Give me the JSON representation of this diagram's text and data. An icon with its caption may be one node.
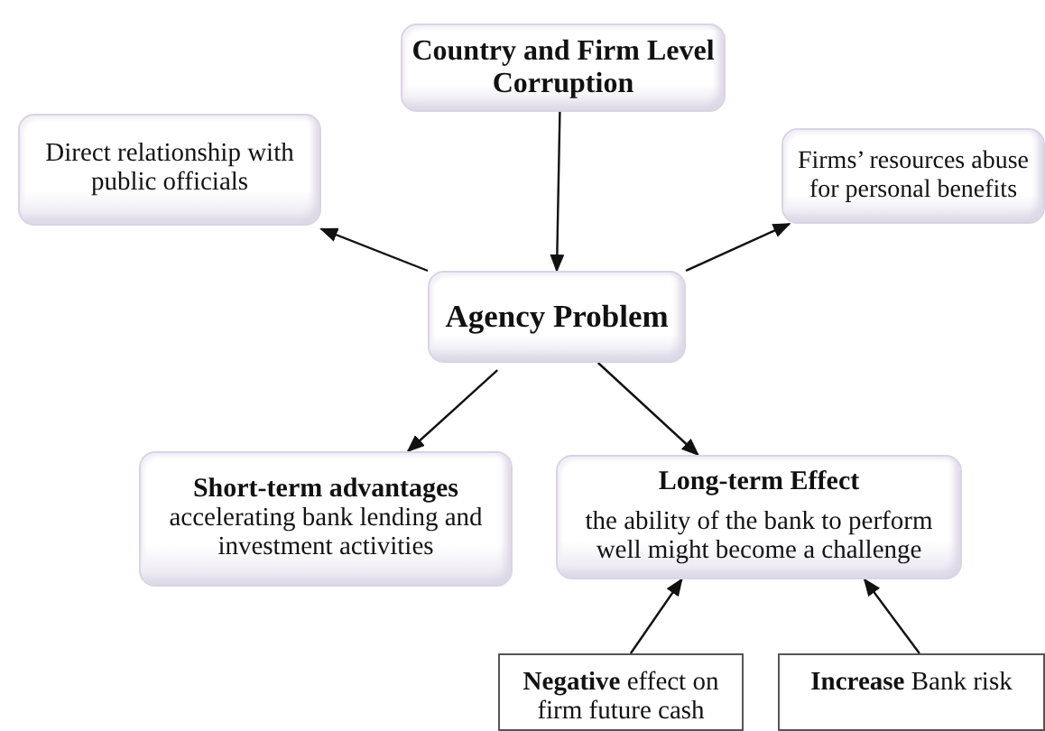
{
  "diagram": {
    "nodes": [
      {
        "text": [
          "Country and Firm Level Corruption"
        ]
      },
      {
        "text": [
          "Direct relationship with public officials"
        ]
      },
      {
        "text": [
          "Firms’ resources abuse for personal benefits"
        ]
      },
      {
        "text": [
          "Agency Problem"
        ]
      },
      {
        "text": [
          "Short-term advantages",
          "accelerating bank lending and investment activities"
        ]
      },
      {
        "text": [
          "Long-term Effect",
          "the ability of the bank to perform well might become a challenge"
        ]
      },
      {
        "text": [
          "**Negative** effect on firm future cash"
        ]
      },
      {
        "text": [
          "**Increase** Bank risk"
        ]
      }
    ],
    "edges": [
      {
        "from": 0,
        "to": 3,
        "arrow": "to"
      },
      {
        "from": 3,
        "to": 1,
        "arrow": "to"
      },
      {
        "from": 3,
        "to": 2,
        "arrow": "to"
      },
      {
        "from": 3,
        "to": 4,
        "arrow": "to"
      },
      {
        "from": 3,
        "to": 5,
        "arrow": "to"
      },
      {
        "from": 6,
        "to": 5,
        "arrow": "to"
      },
      {
        "from": 7,
        "to": 5,
        "arrow": "to"
      }
    ]
  }
}
